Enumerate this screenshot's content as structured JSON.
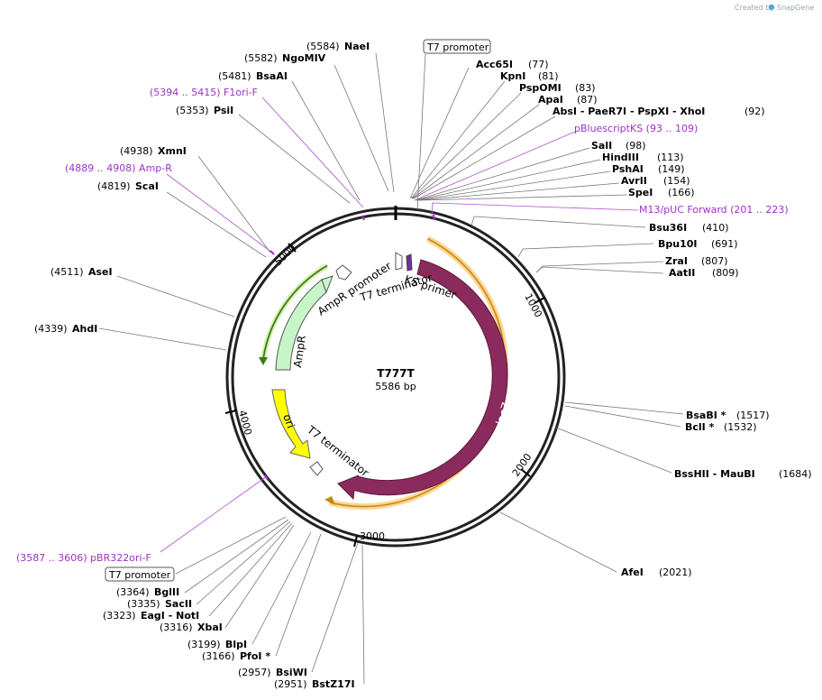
{
  "credit": {
    "prefix": "Created by",
    "brand": "SnapGene"
  },
  "plasmid": {
    "name": "T777T",
    "length_label": "5586 bp",
    "length": 5586
  },
  "ticks": [
    {
      "text": "1000",
      "pos": 1000
    },
    {
      "text": "2000",
      "pos": 2000
    },
    {
      "text": "3000",
      "pos": 3000
    },
    {
      "text": "4000",
      "pos": 4000
    },
    {
      "text": "5000",
      "pos": 5000
    }
  ],
  "features": [
    {
      "label": "lacZ",
      "color": "#8b2a5d"
    },
    {
      "label": "AmpR",
      "color": "#c8f5c8"
    },
    {
      "label": "AmpR promoter",
      "color": "#ffffff"
    },
    {
      "label": "ori",
      "color": "#ffff00"
    },
    {
      "label": "T7 terminator",
      "color": "#ffffff"
    },
    {
      "label": "T7 terminator",
      "color": "#ffffff"
    },
    {
      "label": "KS primer",
      "color": "#7030a0"
    }
  ],
  "labels": {
    "NaeI": {
      "num": "(5584)",
      "name": "NaeI"
    },
    "NgoMIV": {
      "num": "(5582)",
      "name": "NgoMIV"
    },
    "BsaAI": {
      "num": "(5481)",
      "name": "BsaAI"
    },
    "F1ori": {
      "text": "(5394 .. 5415)  F1ori-F"
    },
    "PsiI": {
      "num": "(5353)",
      "name": "PsiI"
    },
    "XmnI": {
      "num": "(4938)",
      "name": "XmnI"
    },
    "AmpRprim": {
      "text": "(4889 .. 4908)  Amp-R"
    },
    "ScaI": {
      "num": "(4819)",
      "name": "ScaI"
    },
    "AseI": {
      "num": "(4511)",
      "name": "AseI"
    },
    "AhdI": {
      "num": "(4339)",
      "name": "AhdI"
    },
    "T7top": {
      "text": "T7 promoter"
    },
    "Acc65I": {
      "name": "Acc65I",
      "num": "(77)"
    },
    "KpnI": {
      "name": "KpnI",
      "num": "(81)"
    },
    "PspOMI": {
      "name": "PspOMI",
      "num": "(83)"
    },
    "ApaI": {
      "name": "ApaI",
      "num": "(87)"
    },
    "AbsI": {
      "text": "AbsI  - PaeR7I  - PspXI  - XhoI",
      "num": "(92)"
    },
    "pBluescriptKS": {
      "text": "pBluescriptKS   (93 .. 109)"
    },
    "SalI": {
      "name": "SalI",
      "num": "(98)"
    },
    "HindIII": {
      "name": "HindIII",
      "num": "(113)"
    },
    "PshAI": {
      "name": "PshAI",
      "num": "(149)"
    },
    "AvrII": {
      "name": "AvrII",
      "num": "(154)"
    },
    "SpeI": {
      "name": "SpeI",
      "num": "(166)"
    },
    "M13": {
      "text": "M13/pUC Forward   (201 .. 223)"
    },
    "Bsu36I": {
      "name": "Bsu36I",
      "num": "(410)"
    },
    "Bpu10I": {
      "name": "Bpu10I",
      "num": "(691)"
    },
    "ZraI": {
      "name": "ZraI",
      "num": "(807)"
    },
    "AatII": {
      "name": "AatII",
      "num": "(809)"
    },
    "BsaBI": {
      "name": "BsaBI *",
      "num": "(1517)"
    },
    "BclI": {
      "name": "BclI *",
      "num": "(1532)"
    },
    "BssHII": {
      "name": "BssHII  - MauBI",
      "num": "(1684)"
    },
    "AfeI": {
      "name": "AfeI",
      "num": "(2021)"
    },
    "pBR322": {
      "text": "(3587 .. 3606)  pBR322ori-F"
    },
    "T7bottom": {
      "text": "T7 promoter"
    },
    "BglII": {
      "num": "(3364)",
      "name": "BglII"
    },
    "SacII": {
      "num": "(3335)",
      "name": "SacII"
    },
    "EagI": {
      "num": "(3323)",
      "name": "EagI  - NotI"
    },
    "XbaI": {
      "num": "(3316)",
      "name": "XbaI"
    },
    "BlpI": {
      "num": "(3199)",
      "name": "BlpI"
    },
    "PfoI": {
      "num": "(3166)",
      "name": "PfoI *"
    },
    "BsiWI": {
      "num": "(2957)",
      "name": "BsiWI"
    },
    "BstZ17I": {
      "num": "(2951)",
      "name": "BstZ17I"
    }
  }
}
